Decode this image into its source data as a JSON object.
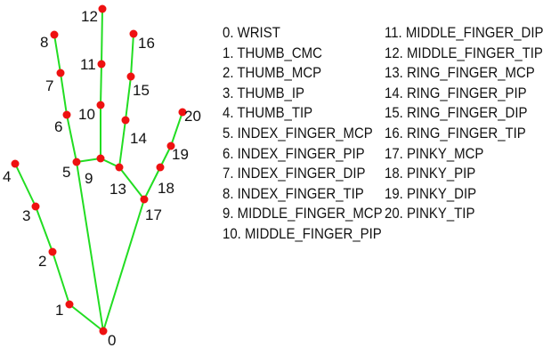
{
  "colors": {
    "connection": "#22dd22",
    "landmark": "#ee1111",
    "text": "#111111",
    "background": "#ffffff"
  },
  "landmarks": [
    {
      "id": "0",
      "name": "0. WRIST"
    },
    {
      "id": "1",
      "name": "1. THUMB_CMC"
    },
    {
      "id": "2",
      "name": "2. THUMB_MCP"
    },
    {
      "id": "3",
      "name": "3. THUMB_IP"
    },
    {
      "id": "4",
      "name": "4. THUMB_TIP"
    },
    {
      "id": "5",
      "name": "5. INDEX_FINGER_MCP"
    },
    {
      "id": "6",
      "name": "6. INDEX_FINGER_PIP"
    },
    {
      "id": "7",
      "name": "7. INDEX_FINGER_DIP"
    },
    {
      "id": "8",
      "name": "8. INDEX_FINGER_TIP"
    },
    {
      "id": "9",
      "name": "9. MIDDLE_FINGER_MCP"
    },
    {
      "id": "10",
      "name": "10. MIDDLE_FINGER_PIP"
    },
    {
      "id": "11",
      "name": "11. MIDDLE_FINGER_DIP"
    },
    {
      "id": "12",
      "name": "12. MIDDLE_FINGER_TIP"
    },
    {
      "id": "13",
      "name": "13. RING_FINGER_MCP"
    },
    {
      "id": "14",
      "name": "14. RING_FINGER_PIP"
    },
    {
      "id": "15",
      "name": "15. RING_FINGER_DIP"
    },
    {
      "id": "16",
      "name": "16. RING_FINGER_TIP"
    },
    {
      "id": "17",
      "name": "17. PINKY_MCP"
    },
    {
      "id": "18",
      "name": "18. PINKY_PIP"
    },
    {
      "id": "19",
      "name": "19. PINKY_DIP"
    },
    {
      "id": "20",
      "name": "20. PINKY_TIP"
    }
  ]
}
